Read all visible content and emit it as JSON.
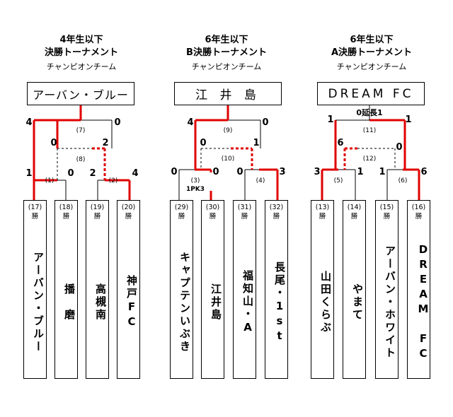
{
  "brackets": [
    {
      "title_line1": "4年生以下",
      "title_line2": "決勝トーナメント",
      "champion_label": "チャンピオンチーム",
      "champion": "アーバン・ブルー",
      "teams": [
        {
          "seed": "(17)",
          "win": "勝",
          "name": "アーバン・ブルー"
        },
        {
          "seed": "(18)",
          "win": "勝",
          "name": "播　磨"
        },
        {
          "seed": "(19)",
          "win": "勝",
          "name": "高槻南"
        },
        {
          "seed": "(20)",
          "win": "勝",
          "name": "神戸FC"
        }
      ],
      "matches": [
        {
          "id": "(1)",
          "score_left": "1",
          "score_right": "0",
          "note": ""
        },
        {
          "id": "(2)",
          "score_left": "2",
          "score_right": "4",
          "note": ""
        },
        {
          "id": "(8)",
          "score_left": "0",
          "score_right": "2",
          "note": ""
        },
        {
          "id": "(7)",
          "score_left": "4",
          "score_right": "0",
          "note": ""
        }
      ]
    },
    {
      "title_line1": "6年生以下",
      "title_line2": "B決勝トーナメント",
      "champion_label": "チャンピオンチーム",
      "champion": "江 井 島",
      "teams": [
        {
          "seed": "(29)",
          "win": "勝",
          "name": "キャプテンいぶき"
        },
        {
          "seed": "(30)",
          "win": "勝",
          "name": "江井島"
        },
        {
          "seed": "(31)",
          "win": "勝",
          "name": "福知山・A"
        },
        {
          "seed": "(32)",
          "win": "勝",
          "name": "長尾・1st"
        }
      ],
      "matches": [
        {
          "id": "(3)",
          "score_left": "0",
          "score_right": "0",
          "note": "1PK3"
        },
        {
          "id": "(4)",
          "score_left": "0",
          "score_right": "3",
          "note": ""
        },
        {
          "id": "(10)",
          "score_left": "0",
          "score_right": "1",
          "note": ""
        },
        {
          "id": "(9)",
          "score_left": "4",
          "score_right": "0",
          "note": ""
        }
      ]
    },
    {
      "title_line1": "6年生以下",
      "title_line2": "A決勝トーナメント",
      "champion_label": "チャンピオンチーム",
      "champion": "DREAM FC",
      "teams": [
        {
          "seed": "(13)",
          "win": "勝",
          "name": "山田くらぶ"
        },
        {
          "seed": "(14)",
          "win": "勝",
          "name": "やまて"
        },
        {
          "seed": "(15)",
          "win": "勝",
          "name": "アーバン・ホワイト"
        },
        {
          "seed": "(16)",
          "win": "勝",
          "name": "DREAM FC"
        }
      ],
      "matches": [
        {
          "id": "(5)",
          "score_left": "3",
          "score_right": "1",
          "note": ""
        },
        {
          "id": "(6)",
          "score_left": "1",
          "score_right": "6",
          "note": ""
        },
        {
          "id": "(12)",
          "score_left": "6",
          "score_right": "0",
          "note": ""
        },
        {
          "id": "(11)",
          "score_left": "1",
          "score_right": "1",
          "note": "0延長1"
        }
      ]
    }
  ],
  "colors": {
    "winner_line": "#e00000",
    "line": "#000000",
    "dashed": "#555555"
  }
}
